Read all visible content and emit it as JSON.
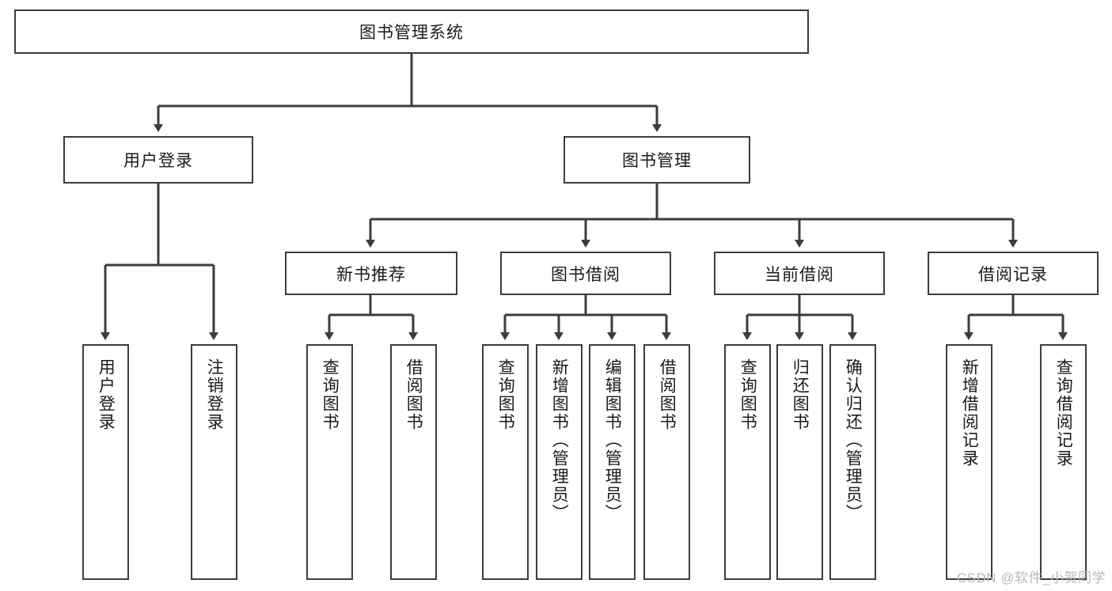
{
  "diagram": {
    "title": "图书管理系统",
    "watermark": "CSDN @软件_小贺同学",
    "colors": {
      "stroke": "#3c3c3c",
      "fill": "#ffffff",
      "text": "#1a1a1a",
      "watermark": "#b9b9b9"
    },
    "root": {
      "label": "图书管理系统"
    },
    "level2": [
      {
        "label": "用户登录"
      },
      {
        "label": "图书管理"
      }
    ],
    "level3": [
      {
        "label": "新书推荐"
      },
      {
        "label": "图书借阅"
      },
      {
        "label": "当前借阅"
      },
      {
        "label": "借阅记录"
      }
    ],
    "leaves": {
      "user_login": [
        {
          "label": "用户登录"
        },
        {
          "label": "注销登录"
        }
      ],
      "new_book": [
        {
          "label": "查询图书"
        },
        {
          "label": "借阅图书"
        }
      ],
      "book_borrow": [
        {
          "label": "查询图书"
        },
        {
          "label": "新增图书（管理员）"
        },
        {
          "label": "编辑图书（管理员）"
        },
        {
          "label": "借阅图书"
        }
      ],
      "current_borrow": [
        {
          "label": "查询图书"
        },
        {
          "label": "归还图书"
        },
        {
          "label": "确认归还（管理员）"
        }
      ],
      "borrow_record": [
        {
          "label": "新增借阅记录"
        },
        {
          "label": "查询借阅记录"
        }
      ]
    }
  }
}
